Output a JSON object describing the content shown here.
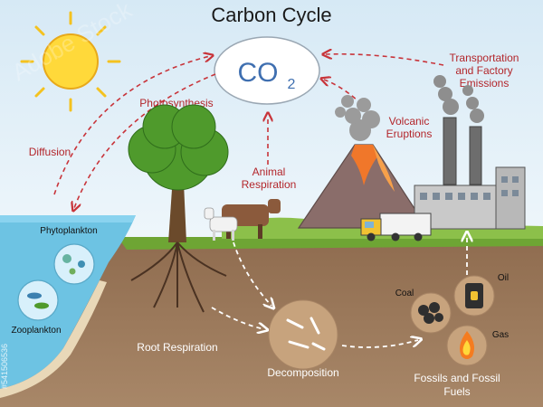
{
  "title": "Carbon Cycle",
  "co2": {
    "main": "CO",
    "subscript": "2"
  },
  "labels": {
    "photosynthesis": "Photosynthesis",
    "diffusion": "Diffusion",
    "animal_respiration_1": "Animal",
    "animal_respiration_2": "Respiration",
    "volcanic_1": "Volcanic",
    "volcanic_2": "Eruptions",
    "transport_1": "Transportation",
    "transport_2": "and Factory",
    "transport_3": "Emissions",
    "phytoplankton": "Phytoplankton",
    "zooplankton": "Zooplankton",
    "root_respiration": "Root Respiration",
    "decomposition": "Decomposition",
    "coal": "Coal",
    "oil": "Oil",
    "gas": "Gas",
    "fossils_1": "Fossils and Fossil",
    "fossils_2": "Fuels"
  },
  "watermark": {
    "brand": "Adobe Stock",
    "id": "#541506536"
  },
  "colors": {
    "sky": "#dfeef7",
    "soil": "#9b7a5c",
    "soil_dark": "#7c5f46",
    "grass": "#7fb23a",
    "water": "#6dc3e3",
    "arrow_red": "#c8343a",
    "label_red": "#b3262b"
  }
}
